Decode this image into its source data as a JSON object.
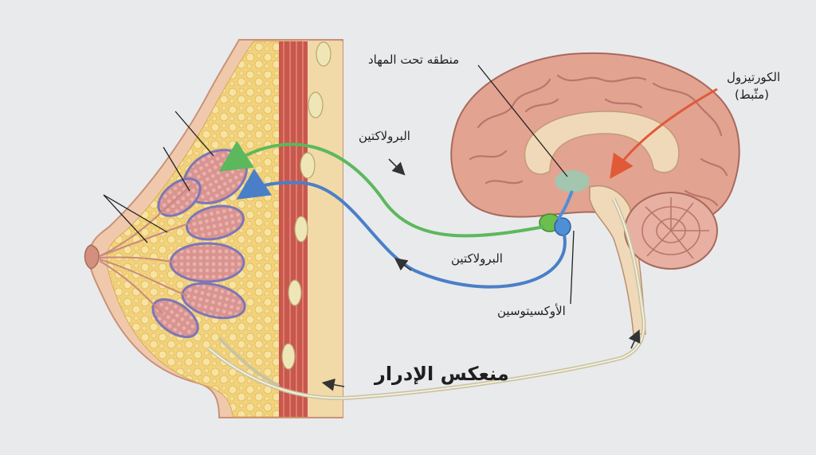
{
  "labels": {
    "hypothalamus": "منطقه تحت المهاد",
    "cortisol": "الكورتيزول",
    "cortisol_note": "(مثّبط)",
    "prolactin_upper": "البرولاكتين",
    "prolactin_lower": "البرولاكتين",
    "oxytocin": "الأوكسيتوسين",
    "letdown_reflex": "منعكس الإدرار"
  },
  "colors": {
    "prolactin_pathway": "#5cb85c",
    "oxytocin_pathway": "#4a7fc8",
    "cortisol_pathway": "#e05a38",
    "nerve_pathway": "#c9c3a0",
    "background": "#e9eaec"
  }
}
